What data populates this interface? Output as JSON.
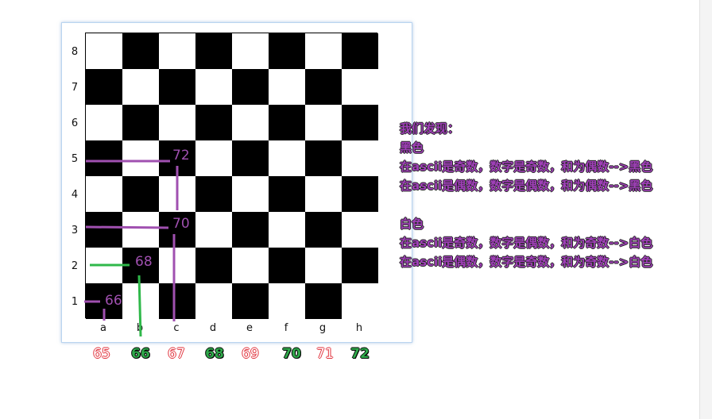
{
  "board": {
    "ranks": [
      "8",
      "7",
      "6",
      "5",
      "4",
      "3",
      "2",
      "1"
    ],
    "files": [
      "a",
      "b",
      "c",
      "d",
      "e",
      "f",
      "g",
      "h"
    ],
    "ascii_codes": [
      "65",
      "66",
      "67",
      "68",
      "69",
      "70",
      "71",
      "72"
    ]
  },
  "annotations": {
    "a1": "66",
    "b2": "68",
    "c3": "70",
    "c5": "72"
  },
  "notes": {
    "heading": "我们发现：",
    "black_title": "黑色",
    "black_line1": "在ascii是奇数，数字是奇数，和为偶数-->黑色",
    "black_line2": "在ascii是偶数，数字是偶数，和为偶数-->黑色",
    "white_title": "白色",
    "white_line1": "在ascii是奇数，数字是偶数，和为奇数-->白色",
    "white_line2": "在ascii是偶数，数字是奇数，和为奇数-->白色"
  },
  "colors": {
    "purple": "#a050b0",
    "green": "#2fb84a",
    "odd_code": "#e0303a",
    "even_code": "#2fa84a"
  }
}
